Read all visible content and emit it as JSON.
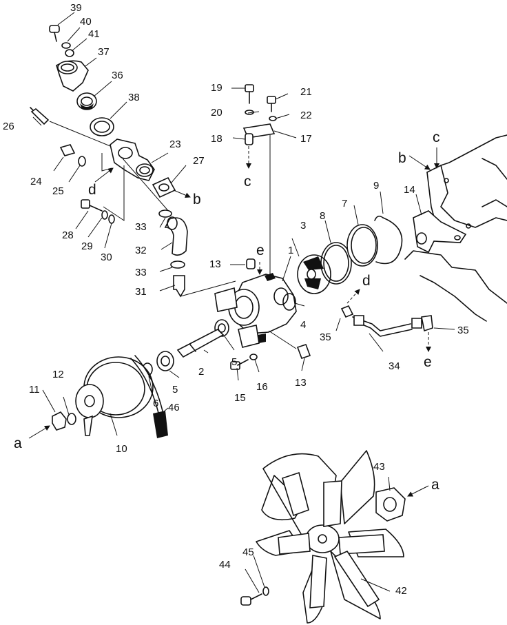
{
  "callouts": {
    "n1": "1",
    "n2": "2",
    "n3": "3",
    "n4": "4",
    "n5a": "5",
    "n5b": "5",
    "n6": "6",
    "n7": "7",
    "n8": "8",
    "n9": "9",
    "n10": "10",
    "n11": "11",
    "n12": "12",
    "n13a": "13",
    "n13b": "13",
    "n14": "14",
    "n15": "15",
    "n16": "16",
    "n17": "17",
    "n18": "18",
    "n19": "19",
    "n20": "20",
    "n21": "21",
    "n22": "22",
    "n23": "23",
    "n24": "24",
    "n25": "25",
    "n26": "26",
    "n27": "27",
    "n28": "28",
    "n29": "29",
    "n30": "30",
    "n31": "31",
    "n32": "32",
    "n33a": "33",
    "n33b": "33",
    "n34": "34",
    "n35a": "35",
    "n35b": "35",
    "n36": "36",
    "n37": "37",
    "n38": "38",
    "n39": "39",
    "n40": "40",
    "n41": "41",
    "n42": "42",
    "n43": "43",
    "n44": "44",
    "n45": "45",
    "n46": "46"
  },
  "refs": {
    "a_left": "a",
    "a_right": "a",
    "b_left": "b",
    "b_right": "b",
    "c_left": "c",
    "c_right": "c",
    "d_left": "d",
    "d_right": "d",
    "e_top": "e",
    "e_bottom": "e"
  }
}
